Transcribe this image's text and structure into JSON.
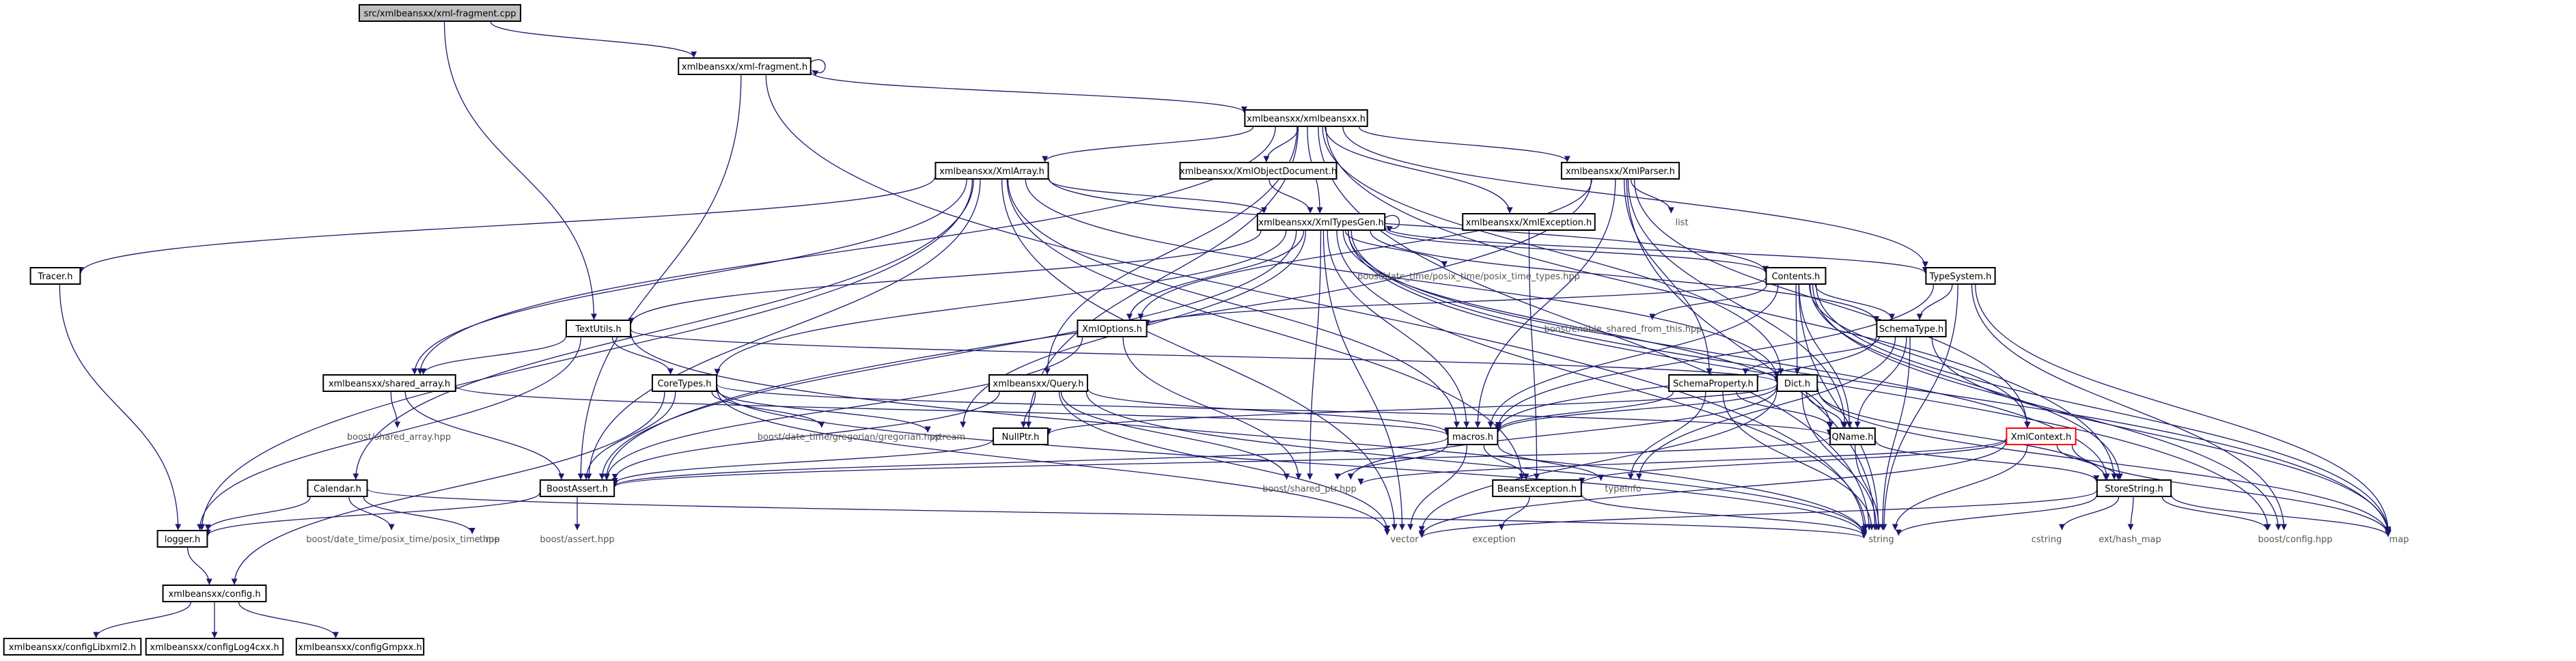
{
  "diagram": {
    "type": "include-dependency-graph",
    "colors": {
      "edge": "#191970",
      "box_border": "#000000",
      "root_fill": "#bfbfbf",
      "normal_fill": "#ffffff",
      "highlight_border": "#ff0000",
      "unboxed_text": "#555555"
    },
    "nodes": [
      {
        "id": "root",
        "label": "src/xmlbeansxx/xml-fragment.cpp",
        "style": "root"
      },
      {
        "id": "xmlfragment",
        "label": "xmlbeansxx/xml-fragment.h",
        "style": "box"
      },
      {
        "id": "xmlbeansxx",
        "label": "xmlbeansxx/xmlbeansxx.h",
        "style": "box"
      },
      {
        "id": "xmlarray",
        "label": "xmlbeansxx/XmlArray.h",
        "style": "box"
      },
      {
        "id": "xmlobjectdocument",
        "label": "xmlbeansxx/XmlObjectDocument.h",
        "style": "box"
      },
      {
        "id": "xmlparser",
        "label": "xmlbeansxx/XmlParser.h",
        "style": "box"
      },
      {
        "id": "xmltypesgen",
        "label": "xmlbeansxx/XmlTypesGen.h",
        "style": "box"
      },
      {
        "id": "xmlexception",
        "label": "xmlbeansxx/XmlException.h",
        "style": "box"
      },
      {
        "id": "list",
        "label": "list",
        "style": "plain"
      },
      {
        "id": "tracer",
        "label": "Tracer.h",
        "style": "box"
      },
      {
        "id": "posixtimetypes",
        "label": "boost/date_time/posix_time/posix_time_types.hpp",
        "style": "plain"
      },
      {
        "id": "contents",
        "label": "Contents.h",
        "style": "box"
      },
      {
        "id": "typesystem",
        "label": "TypeSystem.h",
        "style": "box"
      },
      {
        "id": "xmloptions",
        "label": "XmlOptions.h",
        "style": "box"
      },
      {
        "id": "enablesharedfromthis",
        "label": "boost/enable_shared_from_this.hpp",
        "style": "plain"
      },
      {
        "id": "schematype",
        "label": "SchemaType.h",
        "style": "box"
      },
      {
        "id": "textutils",
        "label": "TextUtils.h",
        "style": "box"
      },
      {
        "id": "sharedarray",
        "label": "xmlbeansxx/shared_array.h",
        "style": "box"
      },
      {
        "id": "coretypes",
        "label": "CoreTypes.h",
        "style": "box"
      },
      {
        "id": "query",
        "label": "xmlbeansxx/Query.h",
        "style": "box"
      },
      {
        "id": "schemaproperty",
        "label": "SchemaProperty.h",
        "style": "box"
      },
      {
        "id": "dict",
        "label": "Dict.h",
        "style": "box"
      },
      {
        "id": "boostsharedarray",
        "label": "boost/shared_array.hpp",
        "style": "plain"
      },
      {
        "id": "gregorian",
        "label": "boost/date_time/gregorian/gregorian.hpp",
        "style": "plain"
      },
      {
        "id": "sstream",
        "label": "sstream",
        "style": "plain"
      },
      {
        "id": "nullptr",
        "label": "NullPtr.h",
        "style": "box"
      },
      {
        "id": "macros",
        "label": "macros.h",
        "style": "box"
      },
      {
        "id": "qname",
        "label": "QName.h",
        "style": "box"
      },
      {
        "id": "xmlcontext",
        "label": "XmlContext.h",
        "style": "highlight"
      },
      {
        "id": "calendar",
        "label": "Calendar.h",
        "style": "box"
      },
      {
        "id": "boostassert",
        "label": "BoostAssert.h",
        "style": "box"
      },
      {
        "id": "sharedptr",
        "label": "boost/shared_ptr.hpp",
        "style": "plain"
      },
      {
        "id": "typeinfo",
        "label": "typeinfo",
        "style": "plain"
      },
      {
        "id": "beansexception",
        "label": "BeansException.h",
        "style": "box"
      },
      {
        "id": "storestring",
        "label": "StoreString.h",
        "style": "box"
      },
      {
        "id": "logger",
        "label": "logger.h",
        "style": "box"
      },
      {
        "id": "posixtime",
        "label": "boost/date_time/posix_time/posix_time.hpp",
        "style": "plain"
      },
      {
        "id": "ctime",
        "label": "ctime",
        "style": "plain"
      },
      {
        "id": "boostasserthpp",
        "label": "boost/assert.hpp",
        "style": "plain"
      },
      {
        "id": "vector",
        "label": "vector",
        "style": "plain"
      },
      {
        "id": "exception",
        "label": "exception",
        "style": "plain"
      },
      {
        "id": "string",
        "label": "string",
        "style": "plain"
      },
      {
        "id": "cstring",
        "label": "cstring",
        "style": "plain"
      },
      {
        "id": "hashmap",
        "label": "ext/hash_map",
        "style": "plain"
      },
      {
        "id": "boostconfig",
        "label": "boost/config.hpp",
        "style": "plain"
      },
      {
        "id": "map",
        "label": "map",
        "style": "plain"
      },
      {
        "id": "config",
        "label": "xmlbeansxx/config.h",
        "style": "box"
      },
      {
        "id": "configlibxml2",
        "label": "xmlbeansxx/configLibxml2.h",
        "style": "box"
      },
      {
        "id": "configlog4cxx",
        "label": "xmlbeansxx/configLog4cxx.h",
        "style": "box"
      },
      {
        "id": "configgmpxx",
        "label": "xmlbeansxx/configGmpxx.h",
        "style": "box"
      }
    ],
    "edges": [
      [
        "root",
        "xmlfragment"
      ],
      [
        "root",
        "textutils"
      ],
      [
        "xmlfragment",
        "xmlfragment"
      ],
      [
        "xmlfragment",
        "xmlbeansxx"
      ],
      [
        "xmlfragment",
        "boostassert"
      ],
      [
        "xmlfragment",
        "string"
      ],
      [
        "xmlbeansxx",
        "xmlarray"
      ],
      [
        "xmlbeansxx",
        "xmlobjectdocument"
      ],
      [
        "xmlbeansxx",
        "xmlparser"
      ],
      [
        "xmlbeansxx",
        "xmltypesgen"
      ],
      [
        "xmlbeansxx",
        "xmlexception"
      ],
      [
        "xmlbeansxx",
        "sharedarray"
      ],
      [
        "xmlbeansxx",
        "query"
      ],
      [
        "xmlbeansxx",
        "nullptr"
      ],
      [
        "xmlbeansxx",
        "typesystem"
      ],
      [
        "xmlbeansxx",
        "dict"
      ],
      [
        "xmlbeansxx",
        "storestring"
      ],
      [
        "xmlbeansxx",
        "string"
      ],
      [
        "xmlarray",
        "xmltypesgen"
      ],
      [
        "xmlarray",
        "tracer"
      ],
      [
        "xmlarray",
        "logger"
      ],
      [
        "xmlarray",
        "calendar"
      ],
      [
        "xmlarray",
        "sharedarray"
      ],
      [
        "xmlarray",
        "macros"
      ],
      [
        "xmlarray",
        "beansexception"
      ],
      [
        "xmlarray",
        "dict"
      ],
      [
        "xmlarray",
        "vector"
      ],
      [
        "xmlarray",
        "boostassert"
      ],
      [
        "xmlarray",
        "contents"
      ],
      [
        "xmlobjectdocument",
        "xmltypesgen"
      ],
      [
        "xmlparser",
        "list"
      ],
      [
        "xmlparser",
        "xmloptions"
      ],
      [
        "xmlparser",
        "xmlcontext"
      ],
      [
        "xmlparser",
        "qname"
      ],
      [
        "xmlparser",
        "string"
      ],
      [
        "xmlparser",
        "schemaproperty"
      ],
      [
        "xmlparser",
        "boostassert"
      ],
      [
        "xmlparser",
        "macros"
      ],
      [
        "xmltypesgen",
        "xmltypesgen"
      ],
      [
        "xmltypesgen",
        "posixtimetypes"
      ],
      [
        "xmltypesgen",
        "contents"
      ],
      [
        "xmltypesgen",
        "typesystem"
      ],
      [
        "xmltypesgen",
        "xmloptions"
      ],
      [
        "xmltypesgen",
        "textutils"
      ],
      [
        "xmltypesgen",
        "coretypes"
      ],
      [
        "xmltypesgen",
        "sharedptr"
      ],
      [
        "xmltypesgen",
        "macros"
      ],
      [
        "xmltypesgen",
        "sstream"
      ],
      [
        "xmltypesgen",
        "vector"
      ],
      [
        "xmltypesgen",
        "string"
      ],
      [
        "xmltypesgen",
        "map"
      ],
      [
        "xmltypesgen",
        "boostconfig"
      ],
      [
        "xmltypesgen",
        "storestring"
      ],
      [
        "xmltypesgen",
        "schematype"
      ],
      [
        "xmltypesgen",
        "boostassert"
      ],
      [
        "xmltypesgen",
        "qname"
      ],
      [
        "xmlexception",
        "beansexception"
      ],
      [
        "tracer",
        "logger"
      ],
      [
        "contents",
        "enablesharedfromthis"
      ],
      [
        "contents",
        "schematype"
      ],
      [
        "contents",
        "dict"
      ],
      [
        "contents",
        "qname"
      ],
      [
        "contents",
        "xmlcontext"
      ],
      [
        "contents",
        "string"
      ],
      [
        "contents",
        "map"
      ],
      [
        "contents",
        "boostconfig"
      ],
      [
        "contents",
        "storestring"
      ],
      [
        "contents",
        "macros"
      ],
      [
        "contents",
        "xmloptions"
      ],
      [
        "typesystem",
        "schematype"
      ],
      [
        "typesystem",
        "string"
      ],
      [
        "typesystem",
        "map"
      ],
      [
        "typesystem",
        "boostconfig"
      ],
      [
        "typesystem",
        "macros"
      ],
      [
        "xmloptions",
        "sharedptr"
      ],
      [
        "xmloptions",
        "boostassert"
      ],
      [
        "schematype",
        "schemaproperty"
      ],
      [
        "schematype",
        "qname"
      ],
      [
        "schematype",
        "string"
      ],
      [
        "schematype",
        "typeinfo"
      ],
      [
        "schematype",
        "map"
      ],
      [
        "schematype",
        "macros"
      ],
      [
        "textutils",
        "sharedarray"
      ],
      [
        "textutils",
        "coretypes"
      ],
      [
        "textutils",
        "logger"
      ],
      [
        "textutils",
        "string"
      ],
      [
        "textutils",
        "dict"
      ],
      [
        "sharedarray",
        "boostsharedarray"
      ],
      [
        "sharedarray",
        "boostassert"
      ],
      [
        "sharedarray",
        "macros"
      ],
      [
        "coretypes",
        "gregorian"
      ],
      [
        "coretypes",
        "sstream"
      ],
      [
        "coretypes",
        "boostassert"
      ],
      [
        "coretypes",
        "qname"
      ],
      [
        "coretypes",
        "config"
      ],
      [
        "coretypes",
        "vector"
      ],
      [
        "coretypes",
        "string"
      ],
      [
        "query",
        "nullptr"
      ],
      [
        "query",
        "macros"
      ],
      [
        "query",
        "sharedptr"
      ],
      [
        "query",
        "vector"
      ],
      [
        "query",
        "string"
      ],
      [
        "query",
        "boostassert"
      ],
      [
        "schemaproperty",
        "qname"
      ],
      [
        "schemaproperty",
        "typeinfo"
      ],
      [
        "schemaproperty",
        "string"
      ],
      [
        "schemaproperty",
        "macros"
      ],
      [
        "dict",
        "qname"
      ],
      [
        "dict",
        "macros"
      ],
      [
        "dict",
        "storestring"
      ],
      [
        "dict",
        "string"
      ],
      [
        "dict",
        "map"
      ],
      [
        "dict",
        "vector"
      ],
      [
        "dict",
        "nullptr"
      ],
      [
        "dict",
        "sharedptr"
      ],
      [
        "nullptr",
        "boostassert"
      ],
      [
        "macros",
        "boostassert"
      ],
      [
        "macros",
        "sharedptr"
      ],
      [
        "macros",
        "beansexception"
      ],
      [
        "macros",
        "typeinfo"
      ],
      [
        "macros",
        "vector"
      ],
      [
        "qname",
        "storestring"
      ],
      [
        "qname",
        "string"
      ],
      [
        "qname",
        "boostassert"
      ],
      [
        "xmlcontext",
        "storestring"
      ],
      [
        "xmlcontext",
        "beansexception"
      ],
      [
        "xmlcontext",
        "string"
      ],
      [
        "xmlcontext",
        "map"
      ],
      [
        "xmlcontext",
        "sharedptr"
      ],
      [
        "xmlcontext",
        "vector"
      ],
      [
        "calendar",
        "logger"
      ],
      [
        "calendar",
        "posixtime"
      ],
      [
        "calendar",
        "ctime"
      ],
      [
        "calendar",
        "string"
      ],
      [
        "boostassert",
        "boostasserthpp"
      ],
      [
        "boostassert",
        "logger"
      ],
      [
        "beansexception",
        "exception"
      ],
      [
        "beansexception",
        "string"
      ],
      [
        "storestring",
        "cstring"
      ],
      [
        "storestring",
        "hashmap"
      ],
      [
        "storestring",
        "boostconfig"
      ],
      [
        "storestring",
        "map"
      ],
      [
        "storestring",
        "string"
      ],
      [
        "storestring",
        "vector"
      ],
      [
        "logger",
        "config"
      ],
      [
        "config",
        "configlibxml2"
      ],
      [
        "config",
        "configlog4cxx"
      ],
      [
        "config",
        "configgmpxx"
      ]
    ]
  }
}
